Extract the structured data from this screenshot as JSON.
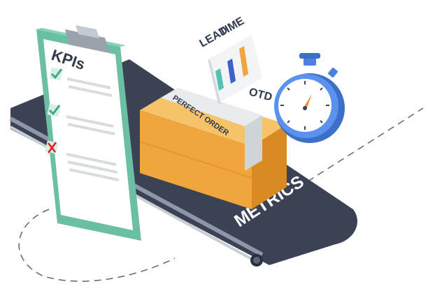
{
  "labels": {
    "kpis": "KPIs",
    "lead": "LEAD",
    "time": "TIME",
    "otd": "OTD",
    "perfect_order": "PERFECT ORDER",
    "metrics": "METRICS"
  },
  "checklist": {
    "items": [
      {
        "mark": "check-icon"
      },
      {
        "mark": "check-icon"
      },
      {
        "mark": "cross-icon"
      }
    ]
  },
  "colors": {
    "clipboard": "#6bbfa3",
    "conveyor": "#3a4254",
    "box": "#f0a53d",
    "stopwatch": "#4b82e0",
    "check": "#3fa88a",
    "cross": "#e02020",
    "bar_teal": "#55c1b0",
    "bar_blue": "#3d63c9",
    "bar_orange": "#f0a53d"
  }
}
